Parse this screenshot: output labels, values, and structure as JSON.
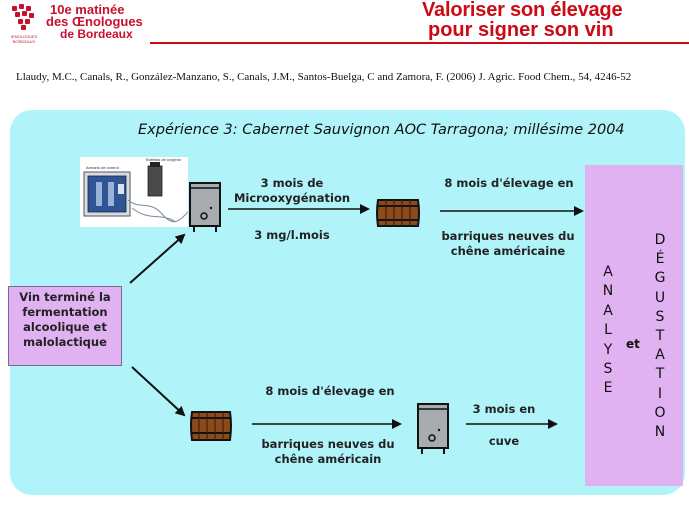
{
  "header": {
    "brand_line1": "10e matinée",
    "brand_line2": "des Œnologues",
    "brand_line3": "de Bordeaux",
    "logo_caption": "ŒNOLOGUES BORDEAUX",
    "title_line1": "Valoriser son élevage",
    "title_line2": "pour signer son vin"
  },
  "citation": "Llaudy, M.C., Canals, R., González-Manzano, S., Canals, J.M., Santos-Buelga, C and Zamora, F. (2006) J. Agric. Food Chem., 54, 4246-52",
  "diagram": {
    "title": "Expérience 3: Cabernet Sauvignon AOC Tarragona; millésime 2004",
    "start_label": "Vin terminé la fermentation alcoolique et malolactique",
    "device_label_1": "Armario de control",
    "device_label_2": "Botellas de oxígeno",
    "top_step1_top": "3 mois de Microoxygénation",
    "top_step1_bottom": "3 mg/l.mois",
    "top_step2_top": "8 mois d'élevage en",
    "top_step2_bottom": "barriques neuves du chêne américaine",
    "bottom_step1_top": "8 mois d'élevage en",
    "bottom_step1_bottom": "barriques neuves du chêne américain",
    "bottom_step2_top": "3 mois en",
    "bottom_step2_bottom": "cuve",
    "final_word1": "ANALYSE",
    "final_join": "et",
    "final_word2": "DÉGUSTATION"
  },
  "colors": {
    "accent_red": "#cc0a14",
    "panel_cyan": "#b0f4f9",
    "box_purple": "#e1b2f1"
  }
}
